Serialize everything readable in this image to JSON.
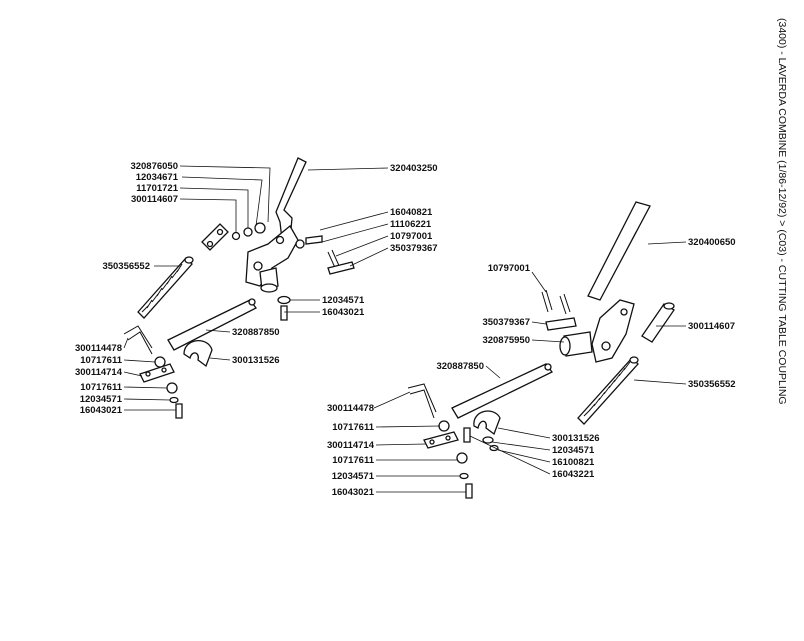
{
  "title": "(3400) - LAVERDA COMBINE (1/86-12/92) > (C03) - CUTTING TABLE COUPLING",
  "left_labels": [
    "320876050",
    "12034671",
    "11701721",
    "300114607",
    "350356552",
    "300114478",
    "10717611",
    "300114714",
    "10717611",
    "12034571",
    "16043021",
    "320887850",
    "300131526",
    "12034571",
    "16043021",
    "320403250",
    "16040821",
    "11106221",
    "10797001",
    "350379367"
  ],
  "right_labels": [
    "10797001",
    "350379367",
    "320875950",
    "320887850",
    "300114478",
    "10717611",
    "300114714",
    "10717611",
    "12034571",
    "16043021",
    "320400650",
    "300114607",
    "350356552",
    "300131526",
    "12034571",
    "16100821",
    "16043221"
  ]
}
